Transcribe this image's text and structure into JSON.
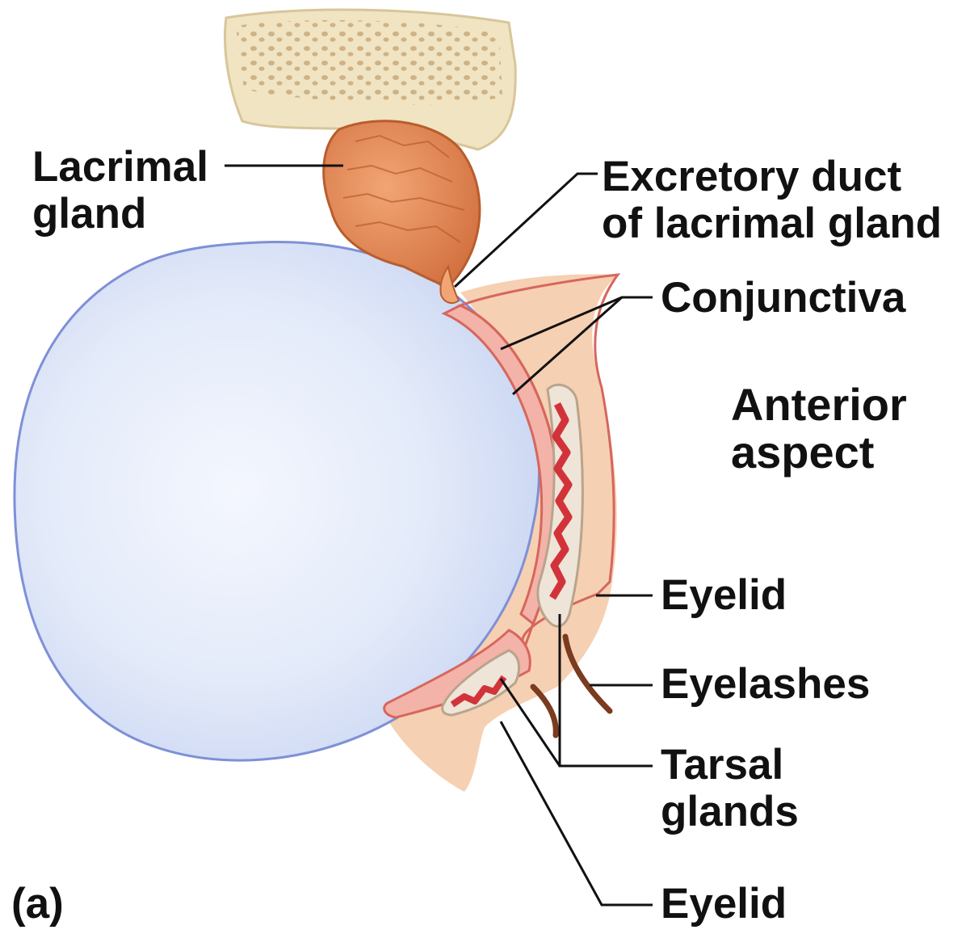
{
  "figure_label": "(a)",
  "labels": {
    "lacrimal_gland": [
      "Lacrimal",
      "gland"
    ],
    "excretory_duct": [
      "Excretory duct",
      "of lacrimal gland"
    ],
    "conjunctiva": "Conjunctiva",
    "anterior_aspect": [
      "Anterior",
      "aspect"
    ],
    "eyelid_upper": "Eyelid",
    "eyelashes": "Eyelashes",
    "tarsal_glands": [
      "Tarsal",
      "glands"
    ],
    "eyelid_lower": "Eyelid"
  },
  "colors": {
    "eyeball_fill": "#dde6f8",
    "eyeball_edge": "#7e90d6",
    "bone": "#f0e4c2",
    "gland": "#e58a56",
    "conjunctiva": "#f3b3a8",
    "conjunctiva_edge": "#d7665d",
    "eyelid_skin": "#f6d0b2",
    "tarsal_red": "#d2333a",
    "lash": "#7a3b1e"
  }
}
